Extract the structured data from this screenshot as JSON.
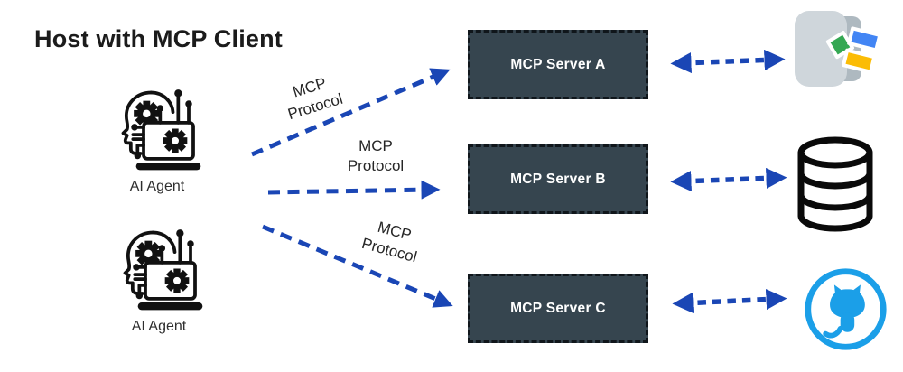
{
  "title": "Host with MCP Client",
  "host": {
    "agents": [
      {
        "label": "AI Agent"
      },
      {
        "label": "AI Agent"
      }
    ]
  },
  "protocol_arrows": [
    {
      "line1": "MCP",
      "line2": "Protocol"
    },
    {
      "line1": "MCP",
      "line2": "Protocol"
    },
    {
      "line1": "MCP",
      "line2": "Protocol"
    }
  ],
  "servers": [
    {
      "label": "MCP Server A",
      "icon": "google-drive-icon"
    },
    {
      "label": "MCP Server B",
      "icon": "database-icon"
    },
    {
      "label": "MCP Server C",
      "icon": "github-icon"
    }
  ],
  "colors": {
    "arrow_blue": "#1a46b5",
    "server_fill": "#36454f",
    "server_border": "#10161b",
    "server_text": "#ffffff",
    "title_text": "#1b1b1b",
    "github_blue": "#1b9fe8",
    "drive_green": "#34a853",
    "drive_blue": "#4285f4",
    "drive_yellow": "#fbbc05",
    "folder_front": "#cfd6db",
    "folder_back": "#aeb9c0"
  }
}
